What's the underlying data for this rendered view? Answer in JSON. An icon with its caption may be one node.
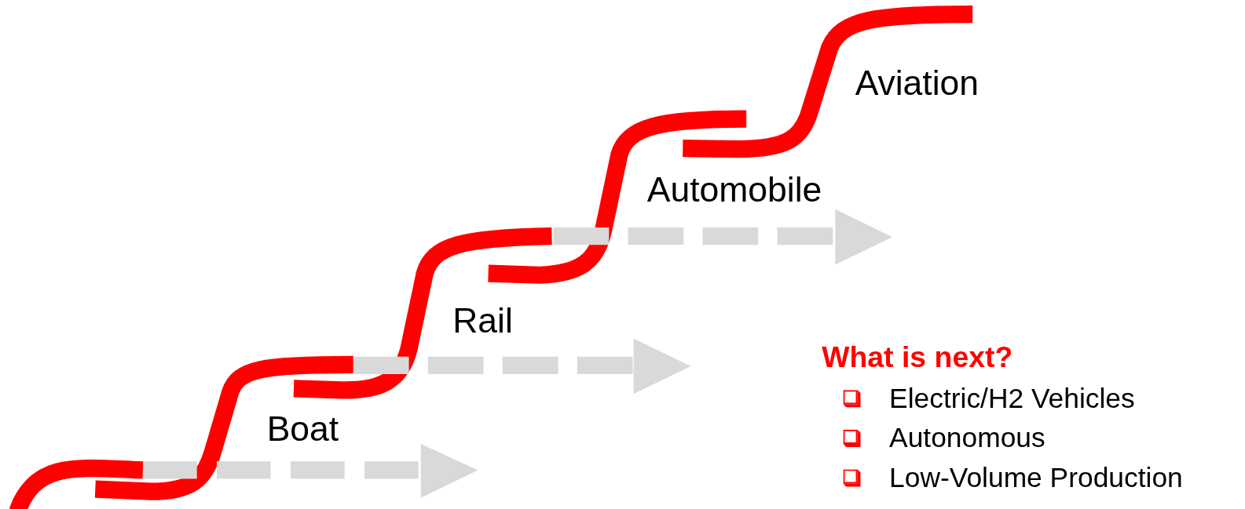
{
  "diagram": {
    "labels": [
      "Aviation",
      "Automobile",
      "Rail",
      "Boat",
      "What is next?",
      "Electric/H2 Vehicles",
      "Autonomous",
      "Low-Volume Production"
    ]
  }
}
